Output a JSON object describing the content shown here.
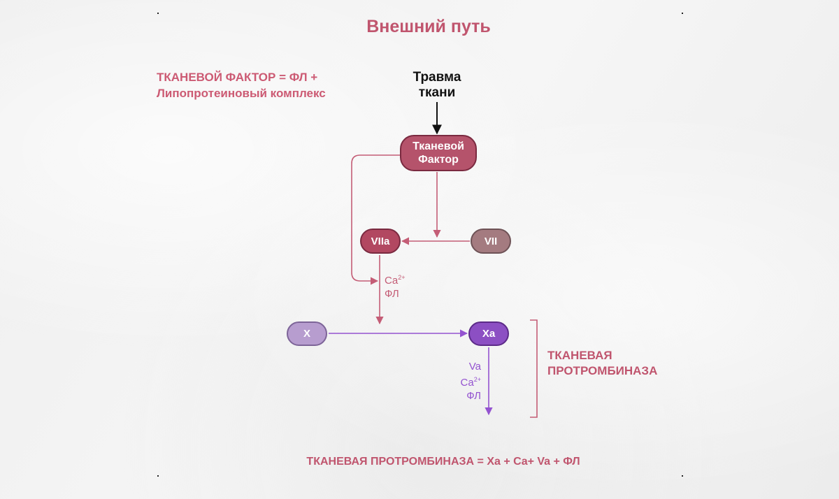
{
  "title": "Внешний путь",
  "tissue_factor_definition": {
    "line1": "ТКАНЕВОЙ ФАКТОР = ФЛ +",
    "line2": "Липопротеиновый комплекс"
  },
  "trauma": {
    "line1": "Травма",
    "line2": "ткани"
  },
  "nodes": {
    "tissue_factor": {
      "line1": "Тканевой",
      "line2": "Фактор"
    },
    "viia": "VIIa",
    "vii": "VII",
    "x": "X",
    "xa": "Xa"
  },
  "cofactors_viia": {
    "ca": "Ca",
    "ca_charge": "2+",
    "pl": "ФЛ"
  },
  "cofactors_xa": {
    "va": "Va",
    "ca": "Ca",
    "ca_charge": "2+",
    "pl": "ФЛ"
  },
  "bracket_label": {
    "line1": "ТКАНЕВАЯ",
    "line2": "ПРОТРОМБИНАЗА"
  },
  "formula": "ТКАНЕВАЯ ПРОТРОМБИНАЗА = Xa + Ca+ Va + ФЛ",
  "colors": {
    "pink": "#c45d76",
    "purple": "#9453d0",
    "dark": "#111111"
  }
}
